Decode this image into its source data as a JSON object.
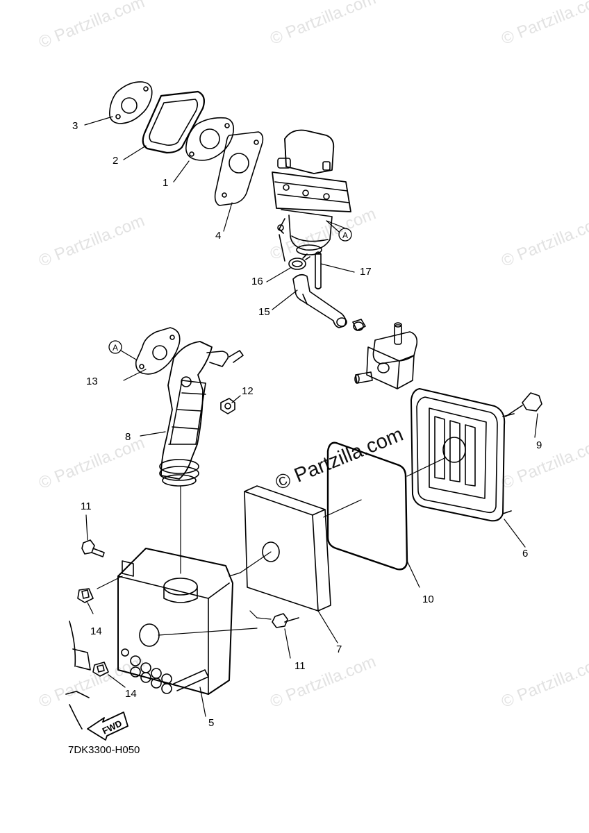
{
  "watermark": {
    "text": "© Partzilla.com",
    "main_text": "© Partzilla.com"
  },
  "callouts": {
    "c1": "1",
    "c2": "2",
    "c3": "3",
    "c4": "4",
    "c5": "5",
    "c6": "6",
    "c7": "7",
    "c8": "8",
    "c9": "9",
    "c10": "10",
    "c11a": "11",
    "c11b": "11",
    "c12": "12",
    "c13": "13",
    "c14a": "14",
    "c14b": "14",
    "c15": "15",
    "c16": "16",
    "c17": "17"
  },
  "refs": {
    "a1": "A",
    "a2": "A"
  },
  "fwd_label": "FWD",
  "diagram_code": "7DK3300-H050"
}
